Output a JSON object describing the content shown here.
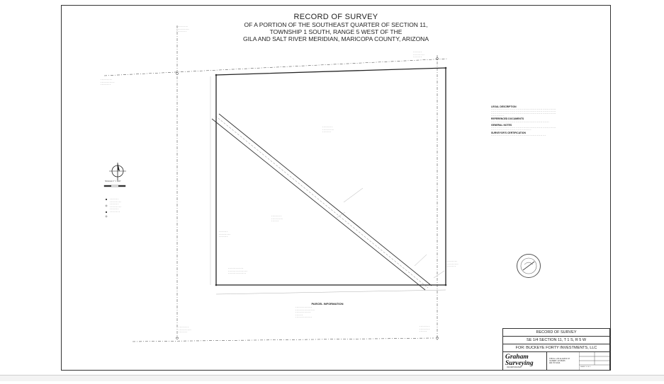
{
  "title": {
    "main": "RECORD OF SURVEY",
    "line1": "OF A PORTION OF THE SOUTHEAST QUARTER OF SECTION 11,",
    "line2": "TOWNSHIP 1 SOUTH, RANGE 5 WEST OF THE",
    "line3": "GILA AND SALT RIVER MERIDIAN, MARICOPA COUNTY, ARIZONA"
  },
  "legal": {
    "heading": "LEGAL DESCRIPTION",
    "refs_heading": "REFERENCED DOCUMENTS",
    "general_heading": "GENERAL NOTES",
    "surveyor_heading": "SURVEYOR'S CERTIFICATION"
  },
  "parcel": {
    "heading": "PARCEL INFORMATION"
  },
  "title_block": {
    "header": "RECORD OF SURVEY",
    "section": "SE 1/4 SECTION 11, T 1 S, R 5 W",
    "client": "FOR: BUCKEYE FORTY INVESTMENTS, LLC",
    "logo_line1": "Graham",
    "logo_line2": "Surveying",
    "logo_sub": "INCORPORATED",
    "address1": "3780 E. LOS ALAMOS ST",
    "address2": "GILBERT, AZ 85295",
    "address3": "480.797.0916",
    "sheet": "SHEET 1 OF 1"
  },
  "legend": {
    "scale": "SCALE 1\" = 100'"
  },
  "icons": [
    "north-arrow-icon",
    "surveyor-seal-icon"
  ]
}
